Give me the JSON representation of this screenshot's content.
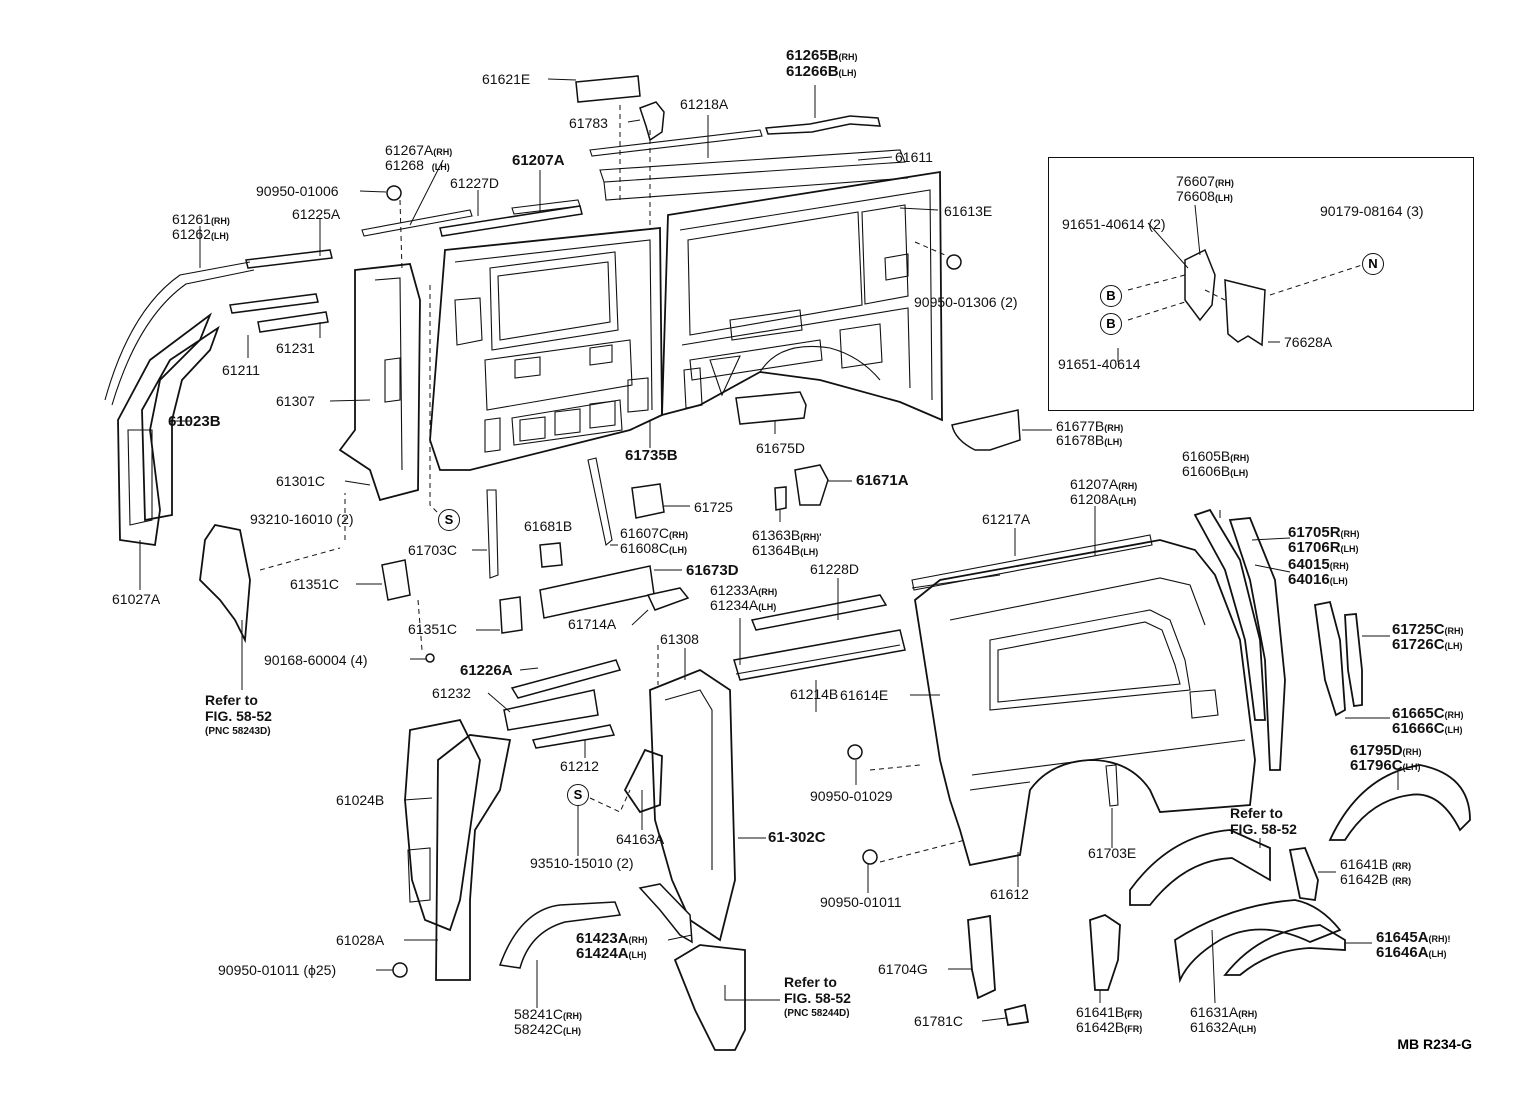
{
  "parts": {
    "p61621E": "61621E",
    "p61265B": "61265B",
    "p61266B": "61266B",
    "p61783": "61783",
    "p61218A": "61218A",
    "p61611": "61611",
    "p61267A": "61267A",
    "p61268": "61268",
    "p61207A_top": "61207A",
    "p90950_01006": "90950-01006",
    "p61227D": "61227D",
    "p61613E": "61613E",
    "p61261": "61261",
    "p61262": "61262",
    "p61225A": "61225A",
    "p90950_01306": "90950-01306 (2)",
    "p61211": "61211",
    "p61231": "61231",
    "p61307": "61307",
    "p61023B": "61023B",
    "p61301C": "61301C",
    "p61735B": "61735B",
    "p61675D": "61675D",
    "p93210_16010": "93210-16010 (2)",
    "p61027A": "61027A",
    "p61725": "61725",
    "p61671A": "61671A",
    "p61681B": "61681B",
    "p61607C": "61607C",
    "p61608C": "61608C",
    "p61363B": "61363B",
    "p61364B": "61364B",
    "p61703C": "61703C",
    "p61351C_a": "61351C",
    "p61673D": "61673D",
    "p61228D": "61228D",
    "p61233A": "61233A",
    "p61234A": "61234A",
    "p61714A": "61714A",
    "p61351C_b": "61351C",
    "p90168_60004": "90168-60004 (4)",
    "p61308": "61308",
    "p61226A": "61226A",
    "p61232": "61232",
    "p61214B": "61214B",
    "p61614E": "61614E",
    "p61212": "61212",
    "p61024B": "61024B",
    "p90950_01029": "90950-01029",
    "p64163A": "64163A",
    "p61302C": "61-302C",
    "p93510_15010": "93510-15010 (2)",
    "p90950_01011_a": "90950-01011",
    "p61028A": "61028A",
    "p61423A": "61423A",
    "p61424A": "61424A",
    "p90950_01011_b": "90950-01011 (ϕ25)",
    "p58241C": "58241C",
    "p58242C": "58242C",
    "p61704G": "61704G",
    "p61781C": "61781C",
    "p61677B": "61677B",
    "p61678B": "61678B",
    "p61605B": "61605B",
    "p61606B": "61606B",
    "p61207A_r": "61207A",
    "p61208A": "61208A",
    "p61217A": "61217A",
    "p61705R": "61705R",
    "p61706R": "61706R",
    "p64015": "64015",
    "p64016": "64016",
    "p61725C": "61725C",
    "p61726C": "61726C",
    "p61665C": "61665C",
    "p61666C": "61666C",
    "p61795D": "61795D",
    "p61796C": "61796C",
    "p61612": "61612",
    "p61703E": "61703E",
    "p61641B_rr": "61641B",
    "p61642B_rr": "61642B",
    "p61645A": "61645A",
    "p61646A": "61646A",
    "p61641B_fr": "61641B",
    "p61642B_fr": "61642B",
    "p61631A": "61631A",
    "p61632A": "61632A",
    "p76607": "76607",
    "p76608": "76608",
    "p91651_40614_a": "91651-40614 (2)",
    "p90179_08164": "90179-08164 (3)",
    "p76628A": "76628A",
    "p91651_40614_b": "91651-40614"
  },
  "suffix": {
    "rh": "(RH)",
    "lh": "(LH)",
    "rr": "(RR)",
    "fr": "(FR)",
    "rh_apos": "(RH)'",
    "rh_bang": "(RH)!"
  },
  "callouts": {
    "s": "S",
    "b": "B",
    "n": "N"
  },
  "refs": {
    "refer_to": "Refer to",
    "fig_58_52": "FIG. 58-52",
    "pnc_58243d": "(PNC 58243D)",
    "pnc_58244d": "(PNC 58244D)"
  },
  "code": "MB R234-G"
}
